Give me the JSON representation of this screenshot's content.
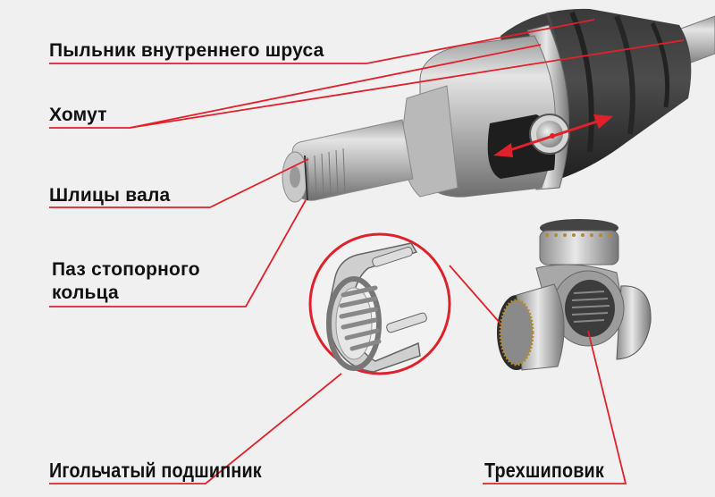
{
  "diagram": {
    "subject": "Inner CV joint (tripod) components",
    "accent_color": "#e0202a",
    "background_color": "#f0f0f0",
    "labels": [
      {
        "id": "boot",
        "text": "Пыльник внутреннего шруса"
      },
      {
        "id": "clamp",
        "text": "Хомут"
      },
      {
        "id": "splines",
        "text": "Шлицы вала"
      },
      {
        "id": "groove_line1",
        "text": "Паз стопорного"
      },
      {
        "id": "groove_line2",
        "text": "кольца"
      },
      {
        "id": "needle_bearing",
        "text": "Игольчатый подшипник"
      },
      {
        "id": "tripod",
        "text": "Трехшиповик"
      }
    ],
    "annotations": {
      "arrow": "double-headed arrow across bearing window (axial travel)"
    }
  }
}
